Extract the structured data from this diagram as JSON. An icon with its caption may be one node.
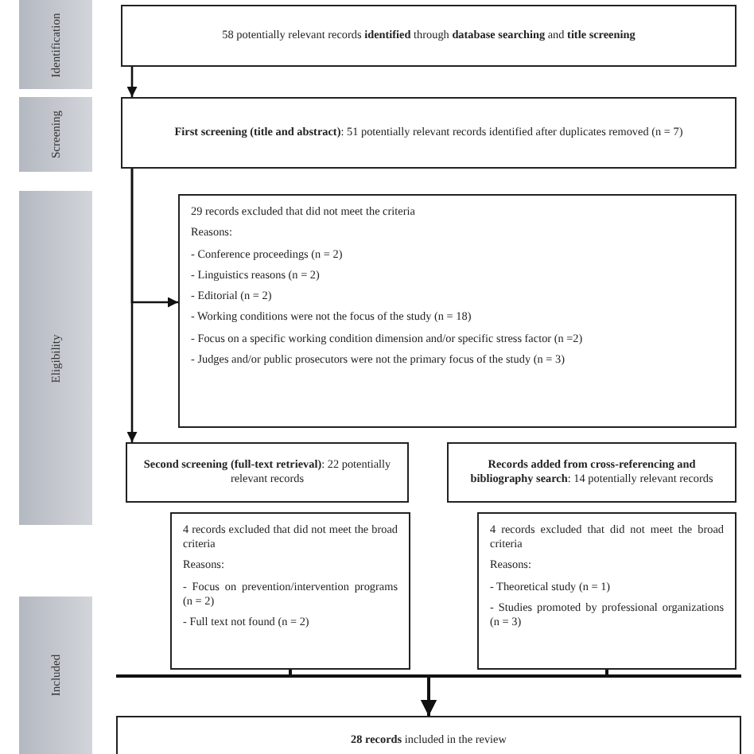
{
  "diagram": {
    "nodes": [
      {
        "text": [
          "Identification"
        ]
      },
      {
        "text": [
          "Screening"
        ]
      },
      {
        "text": [
          "Eligibility"
        ]
      },
      {
        "text": [
          "Included"
        ]
      },
      {
        "text": [
          "58 potentially relevant records **identified** through **database searching** and **title screening**"
        ]
      },
      {
        "text": [
          "**First screening (title and abstract)**: 51 potentially relevant records identified after duplicates removed (n = 7)"
        ]
      },
      {
        "text": [
          "29 records excluded that did not meet the criteria",
          "Reasons:",
          "- Conference proceedings (n = 2)",
          "- Linguistics reasons (n = 2)",
          "- Editorial (n = 2)",
          "- Working conditions were not the focus of the study (n = 18)",
          "- Focus on a specific working condition dimension and/or specific stress factor (n =2)",
          "- Judges and/or public prosecutors were not the primary focus of the study (n = 3)"
        ]
      },
      {
        "text": [
          "**Second screening (full-text retrieval)**: 22 potentially relevant records"
        ]
      },
      {
        "text": [
          "**Records added from cross-referencing and bibliography search**: 14 potentially relevant records"
        ]
      },
      {
        "text": [
          "4 records excluded that did not meet the broad criteria",
          "Reasons:",
          "- Focus on prevention/intervention programs (n = 2)",
          "- Full text not found (n = 2)"
        ]
      },
      {
        "text": [
          "4 records excluded that did not meet the broad criteria",
          "Reasons:",
          "- Theoretical study (n = 1)",
          "- Studies promoted by professional organizations (n = 3)"
        ]
      },
      {
        "text": [
          "**28 records** included in the review"
        ]
      }
    ],
    "edges": [
      {
        "from": 4,
        "to": 5,
        "arrow": "to"
      },
      {
        "from": 5,
        "to": 6,
        "arrow": "to"
      },
      {
        "from": 5,
        "to": 7,
        "arrow": "to"
      },
      {
        "from": 9,
        "to": 11,
        "arrow": "to"
      },
      {
        "from": 10,
        "to": 11,
        "arrow": "to"
      }
    ]
  }
}
